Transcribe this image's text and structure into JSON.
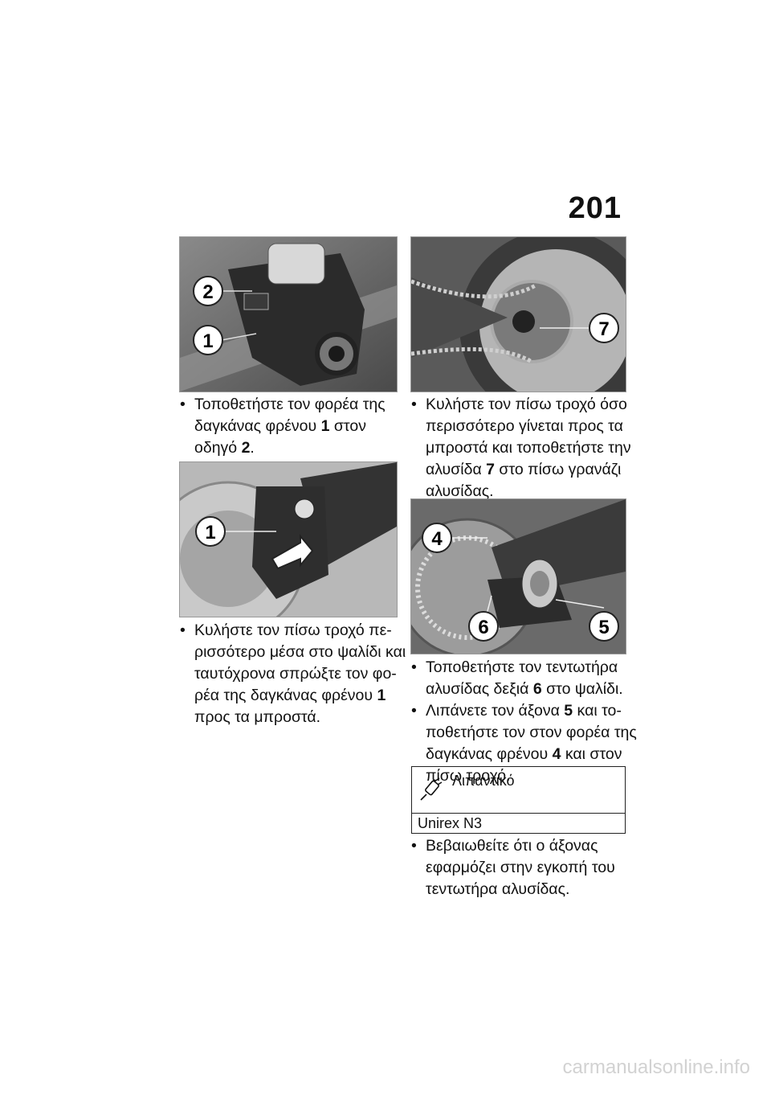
{
  "page": {
    "number": "201"
  },
  "figures": {
    "fig1": {
      "callouts": [
        "2",
        "1"
      ]
    },
    "fig2": {
      "callouts": [
        "1"
      ]
    },
    "fig3": {
      "callouts": [
        "7"
      ]
    },
    "fig4": {
      "callouts": [
        "4",
        "6",
        "5"
      ]
    }
  },
  "steps_left": [
    {
      "lines": [
        {
          "bullet": "•",
          "text": "Τοποθετήστε τον φορέα της"
        },
        {
          "pre": "δαγκάνας φρένου ",
          "bold": "1",
          "post": " στον"
        },
        {
          "pre": "οδηγό ",
          "bold": "2",
          "post": "."
        }
      ]
    },
    {
      "lines": [
        {
          "bullet": "•",
          "text": "Κυλήστε τον πίσω τροχό πε-"
        },
        {
          "text": "ρισσότερο μέσα στο ψαλίδι και"
        },
        {
          "text": "ταυτόχρονα σπρώξτε τον φο-"
        },
        {
          "pre": "ρέα της δαγκάνας φρένου ",
          "bold": "1",
          "post": ""
        },
        {
          "text": "προς τα μπροστά."
        }
      ]
    }
  ],
  "steps_right": [
    {
      "lines": [
        {
          "bullet": "•",
          "text": "Κυλήστε τον πίσω τροχό όσο"
        },
        {
          "text": "περισσότερο γίνεται προς τα"
        },
        {
          "text": "μπροστά και τοποθετήστε την"
        },
        {
          "pre": "αλυσίδα ",
          "bold": "7",
          "post": " στο πίσω γρανάζι"
        },
        {
          "text": "αλυσίδας."
        }
      ]
    },
    {
      "lines": [
        {
          "bullet": "•",
          "text": "Τοποθετήστε τον τεντωτήρα"
        },
        {
          "pre": "αλυσίδας δεξιά ",
          "bold": "6",
          "post": " στο ψαλίδι."
        }
      ]
    },
    {
      "lines": [
        {
          "bullet": "•",
          "pre": "Λιπάνετε τον άξονα ",
          "bold": "5",
          "post": " και το-"
        },
        {
          "text": "ποθετήστε τον στον φορέα της"
        },
        {
          "pre": "δαγκάνας φρένου ",
          "bold": "4",
          "post": " και στον"
        },
        {
          "text": "πίσω τροχό."
        }
      ]
    },
    {
      "lines": [
        {
          "bullet": "•",
          "text": "Βεβαιωθείτε ότι ο άξονας"
        },
        {
          "text": "εφαρμόζει στην εγκοπή του"
        },
        {
          "text": "τεντωτήρα αλυσίδας."
        }
      ]
    }
  ],
  "lubricant": {
    "label": "Λιπαντικό",
    "value": "Unirex N3",
    "icon": "grease-gun-icon"
  },
  "watermark": "carmanualsonline.info"
}
